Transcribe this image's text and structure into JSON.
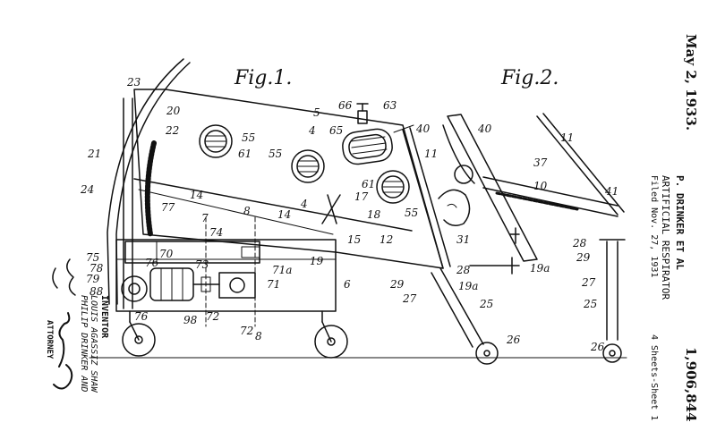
{
  "figures": {
    "fig1": "Fig.1.",
    "fig2": "Fig.2."
  },
  "header": {
    "date": "May 2, 1933.",
    "inventors": "P. DRINKER ET AL",
    "title": "ARTIFICIAL RESPIRATOR",
    "filed": "Filed Nov. 27, 1931",
    "sheets": "4 Sheets-Sheet 1",
    "patent_number": "1,906,844"
  },
  "signature": {
    "inventor_label": "INVENTOR",
    "names_line1": "LOUIS AGASSIZ SHAW",
    "names_line2": "PHILIP DRINKER AND",
    "attorney_label": "ATTORNEY"
  },
  "reference_numerals": {
    "n23": "23",
    "n20": "20",
    "n22": "22",
    "n21": "21",
    "n24": "24",
    "n77": "77",
    "n5": "5",
    "n66": "66",
    "n63": "63",
    "n55a": "55",
    "n61a": "61",
    "n55b": "55",
    "n4a": "4",
    "n65": "65",
    "n40a": "40",
    "n11a": "11",
    "n61b": "61",
    "n55c": "55",
    "n17": "17",
    "n18": "18",
    "n14a": "14",
    "n14b": "14",
    "n4b": "4",
    "n7": "7",
    "n8a": "8",
    "n15": "15",
    "n12": "12",
    "n31": "31",
    "n74": "74",
    "n75": "75",
    "n78": "78",
    "n79": "79",
    "n76a": "76",
    "n70": "70",
    "n73": "73",
    "n71a": "71a",
    "n19": "19",
    "n88": "88",
    "n71": "71",
    "n6": "6",
    "n76b": "76",
    "n98": "98",
    "n72a": "72",
    "n72b": "72",
    "n8b": "8",
    "n28a": "28",
    "n29a": "29",
    "n19a1": "19a",
    "n27a": "27",
    "n25a": "25",
    "n26a": "26",
    "n40b": "40",
    "n11b": "11",
    "n37": "37",
    "n10": "10",
    "n41": "41",
    "n19a2": "19a",
    "n28b": "28",
    "n29b": "29",
    "n27b": "27",
    "n25b": "25",
    "n26b": "26"
  }
}
